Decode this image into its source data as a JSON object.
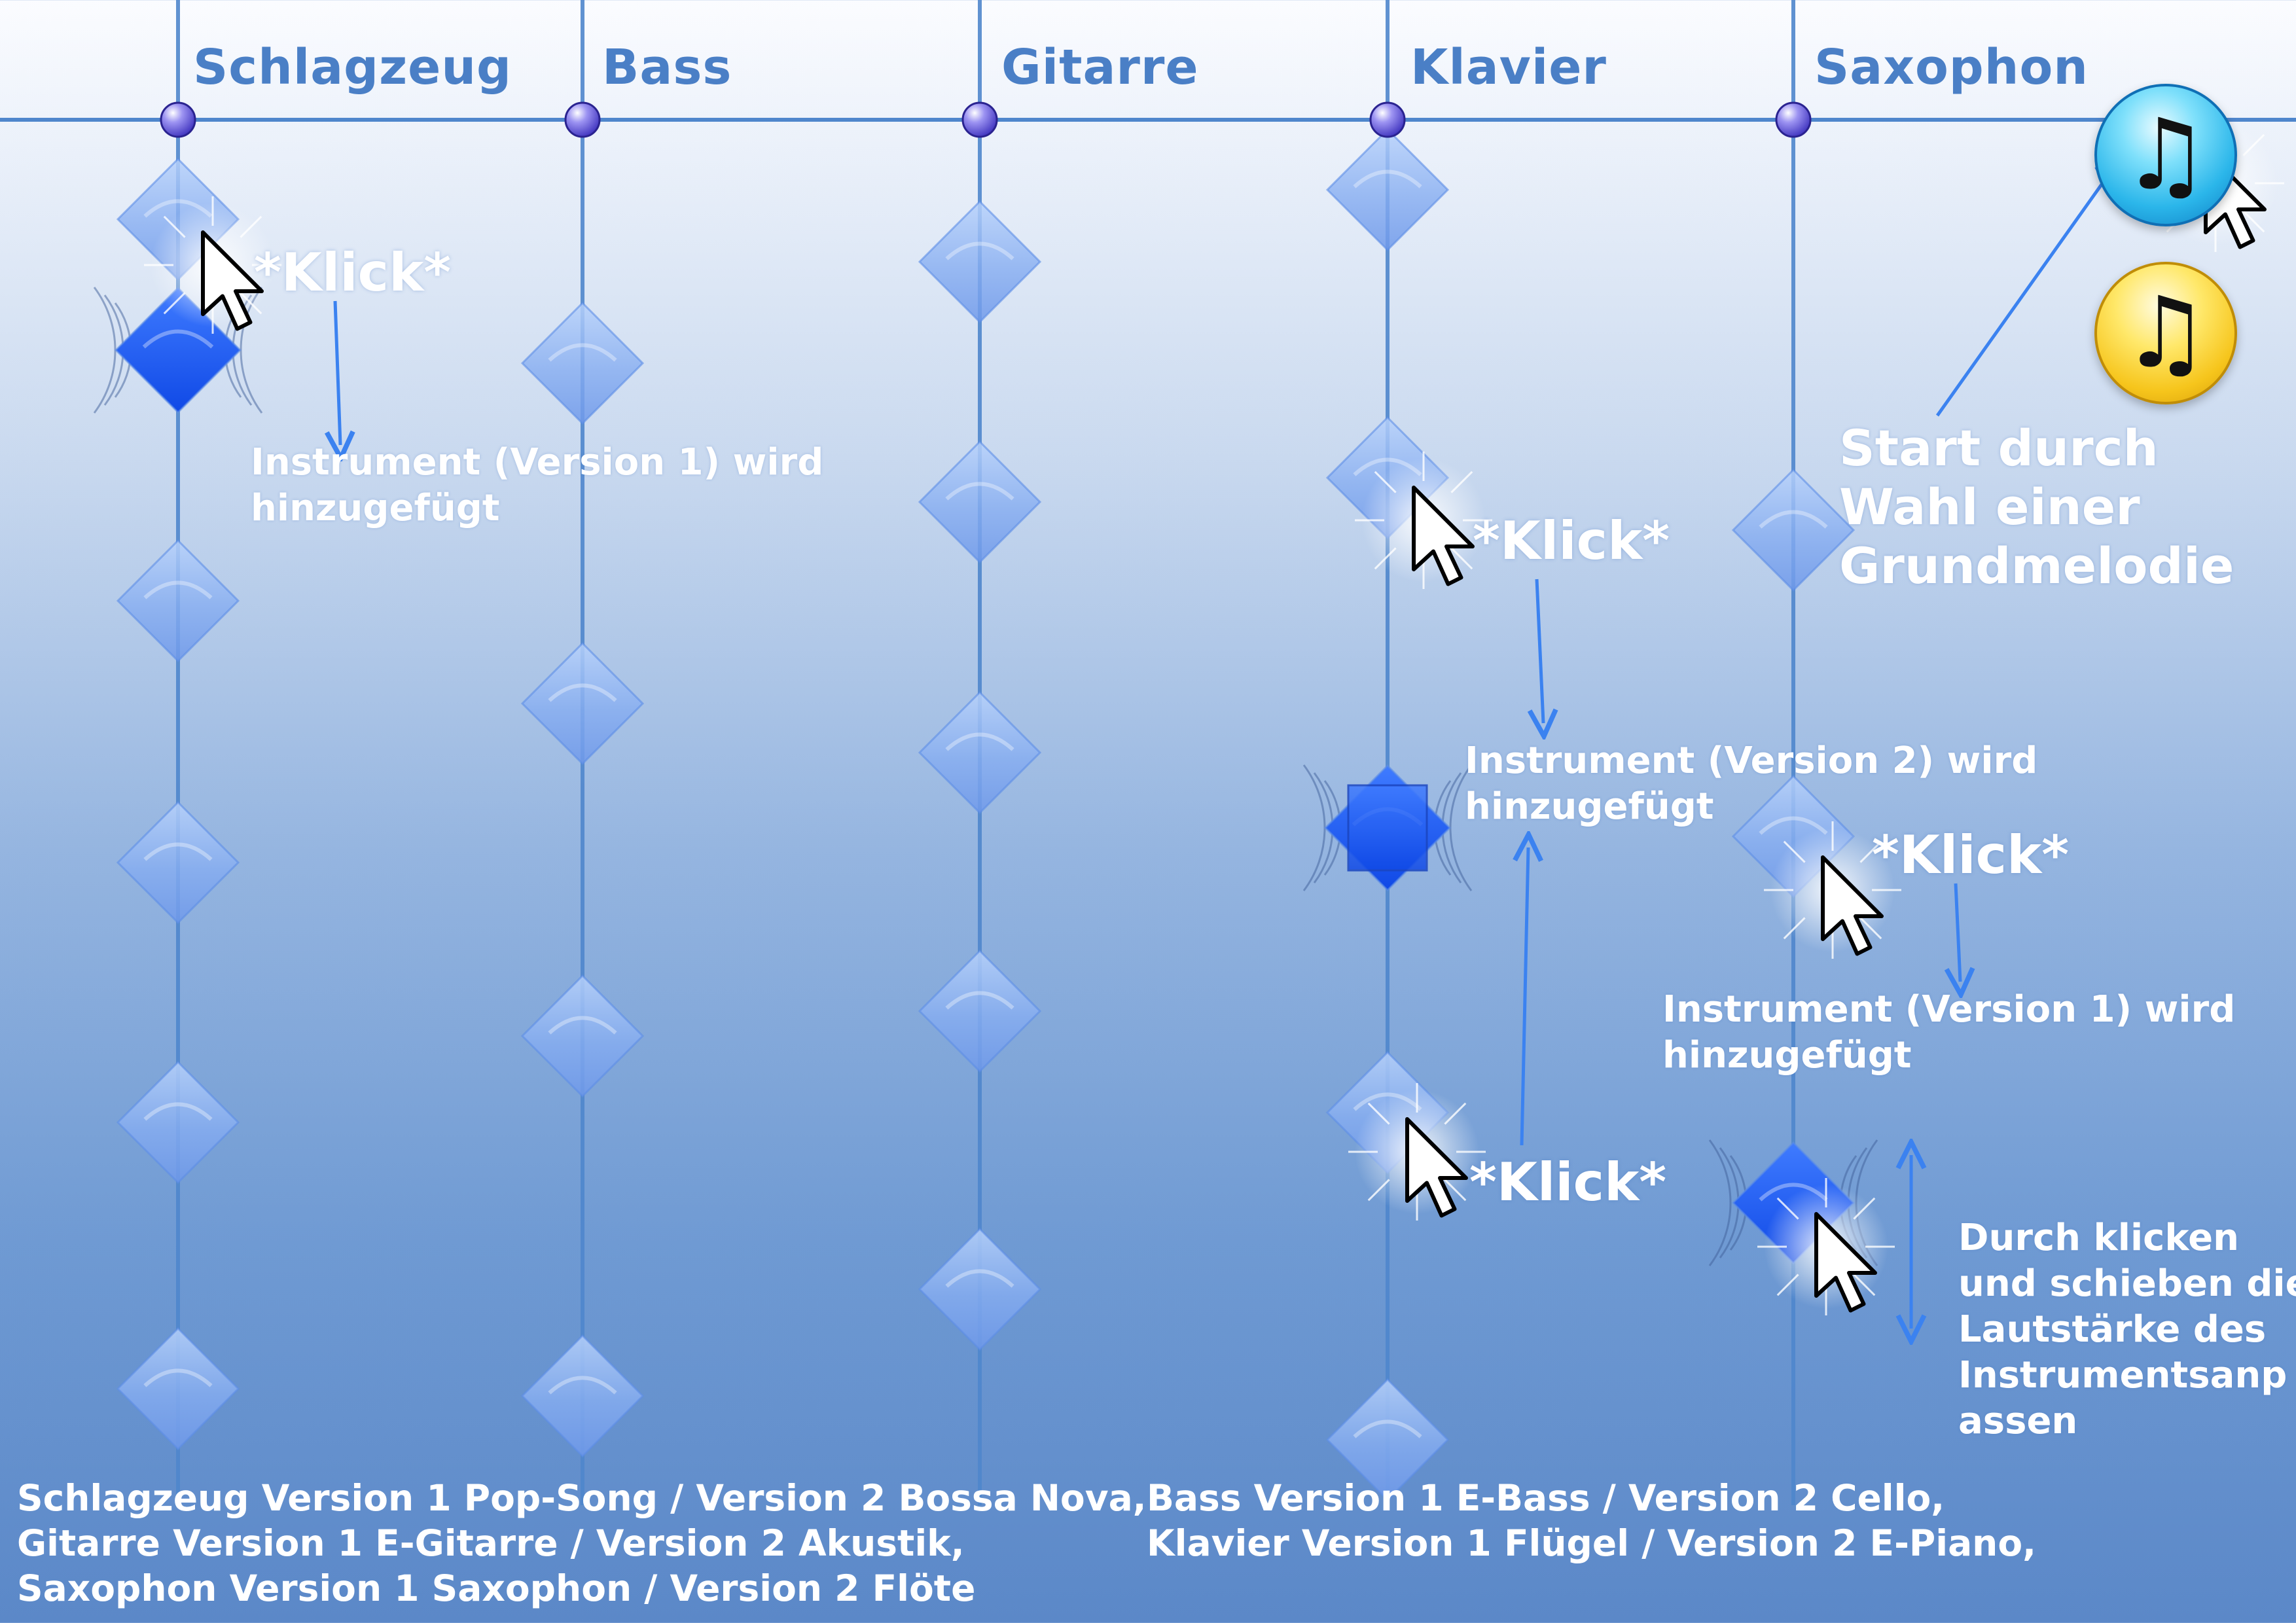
{
  "columns": [
    {
      "name": "Schlagzeug",
      "key": "drums"
    },
    {
      "name": "Bass",
      "key": "bass"
    },
    {
      "name": "Gitarre",
      "key": "guitar"
    },
    {
      "name": "Klavier",
      "key": "piano"
    },
    {
      "name": "Saxophon",
      "key": "sax"
    }
  ],
  "click_label": "*Klick*",
  "annotations": {
    "drums_added": [
      "Instrument (Version 1) wird",
      "hinzugefügt"
    ],
    "piano_added": [
      "Instrument (Version 2) wird",
      "hinzugefügt"
    ],
    "sax_added": [
      "Instrument (Version 1) wird",
      "hinzugefügt"
    ],
    "volume_hint": [
      "Durch klicken",
      "und schieben die",
      "Lautstärke des",
      "Instrumentsanp",
      "assen"
    ]
  },
  "start_hint": [
    "Start durch",
    "Wahl einer",
    "Grundmelodie"
  ],
  "melody_buttons": [
    {
      "name": "melody-button-cyan",
      "icon": "music-note-icon",
      "color": "#2bb6ea"
    },
    {
      "name": "melody-button-yellow",
      "icon": "music-note-icon",
      "color": "#f6c51c"
    }
  ],
  "footer": {
    "left": [
      "Schlagzeug Version 1 Pop-Song / Version 2 Bossa Nova,",
      "Gitarre Version 1 E-Gitarre / Version 2 Akustik,",
      "Saxophon Version 1 Saxophon / Version 2 Flöte"
    ],
    "right": [
      "Bass Version 1 E-Bass / Version 2 Cello,",
      "Klavier Version 1 Flügel / Version 2 E-Piano,"
    ]
  },
  "colors": {
    "track_line": "#4f86cc",
    "node_inactive": "#7fa9f0",
    "node_active": "#1f5ff2",
    "title": "#4a7fc6",
    "arrow": "#3b82f0"
  }
}
